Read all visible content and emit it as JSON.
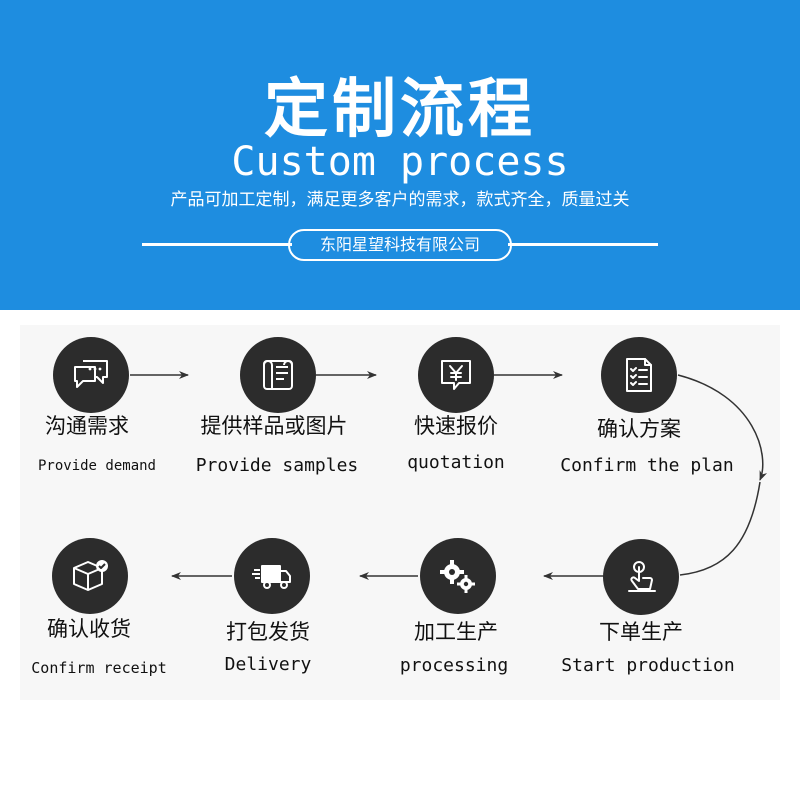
{
  "header": {
    "title_cn": "定制流程",
    "title_en": "Custom process",
    "subtitle": "产品可加工定制，满足更多客户的需求，款式齐全，质量过关",
    "company": "东阳星望科技有限公司"
  },
  "colors": {
    "banner": "#1e8de0",
    "icon_circle": "#2c2c2c",
    "text": "#111111"
  },
  "steps": [
    {
      "cn": "沟通需求",
      "en": "Provide demand",
      "icon": "chat-icon"
    },
    {
      "cn": "提供样品或图片",
      "en": "Provide samples",
      "icon": "blueprint-icon"
    },
    {
      "cn": "快速报价",
      "en": "quotation",
      "icon": "yen-tag-icon"
    },
    {
      "cn": "确认方案",
      "en": "Confirm the plan",
      "icon": "checklist-icon"
    },
    {
      "cn": "下单生产",
      "en": "Start production",
      "icon": "touch-icon"
    },
    {
      "cn": "加工生产",
      "en": "processing",
      "icon": "gears-icon"
    },
    {
      "cn": "打包发货",
      "en": "Delivery",
      "icon": "truck-icon"
    },
    {
      "cn": "确认收货",
      "en": "Confirm receipt",
      "icon": "box-check-icon"
    }
  ]
}
